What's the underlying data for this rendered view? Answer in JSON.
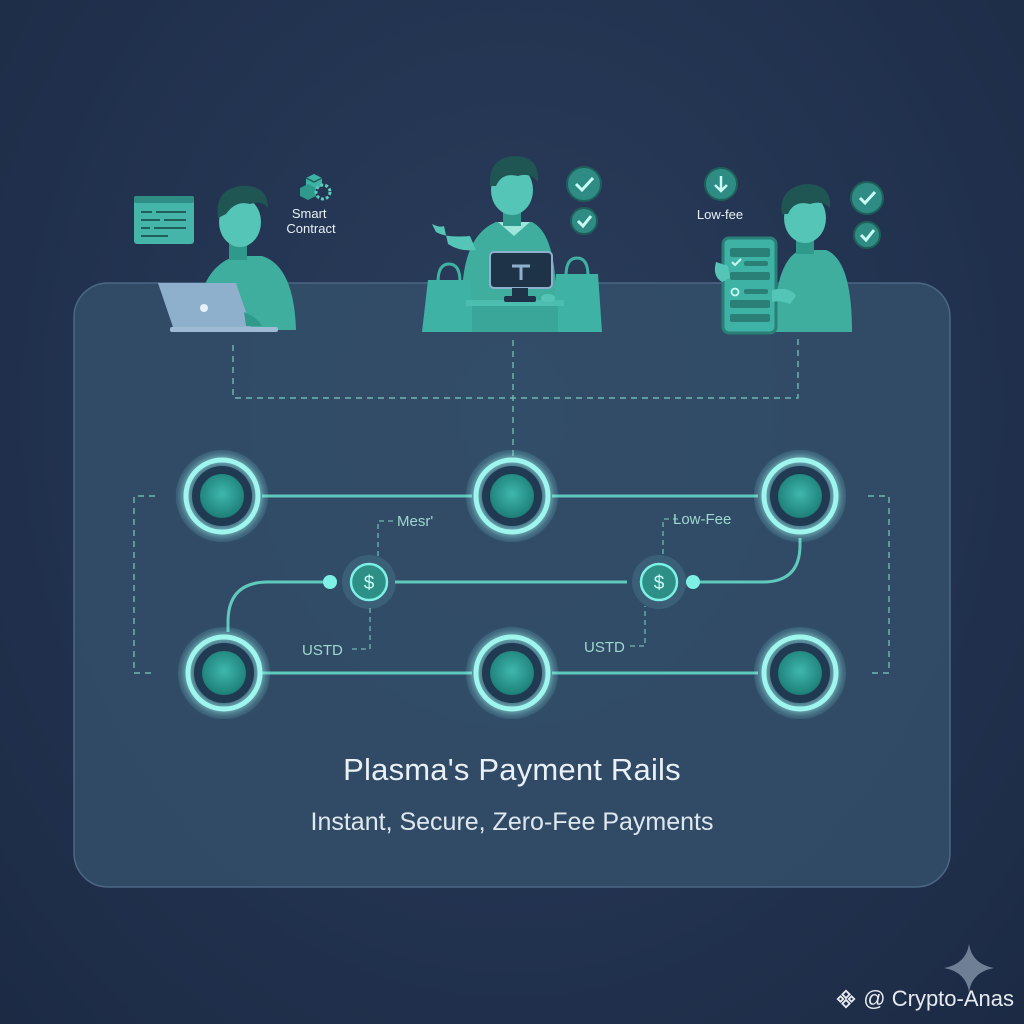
{
  "people": {
    "developer_tag": "Smart\nContract",
    "recipient_tag": "Low-fee"
  },
  "rails": {
    "labels": {
      "top_left": "Mesr'",
      "top_right": "Low-Fee",
      "bottom_left": "USTD",
      "bottom_right": "USTD"
    }
  },
  "caption": {
    "title": "Plasma's Payment Rails",
    "subtitle": "Instant, Secure, Zero-Fee Payments"
  },
  "watermark": {
    "handle": "@ Crypto-Anas"
  },
  "colors": {
    "background": "#223350",
    "panel": "#33506b",
    "teal": "#4fd1c5",
    "teal_dark": "#2aa598",
    "node_glow": "#7ef0e6",
    "line": "#5fc9be"
  },
  "icons": [
    "laptop-icon",
    "code-window-icon",
    "smart-contract-cubes-icon",
    "pos-terminal-icon",
    "shopping-bag-icon",
    "checkmark-icon",
    "download-arrow-icon",
    "phone-app-icon",
    "dollar-coin-icon",
    "sparkle-icon",
    "binance-logo-icon"
  ]
}
